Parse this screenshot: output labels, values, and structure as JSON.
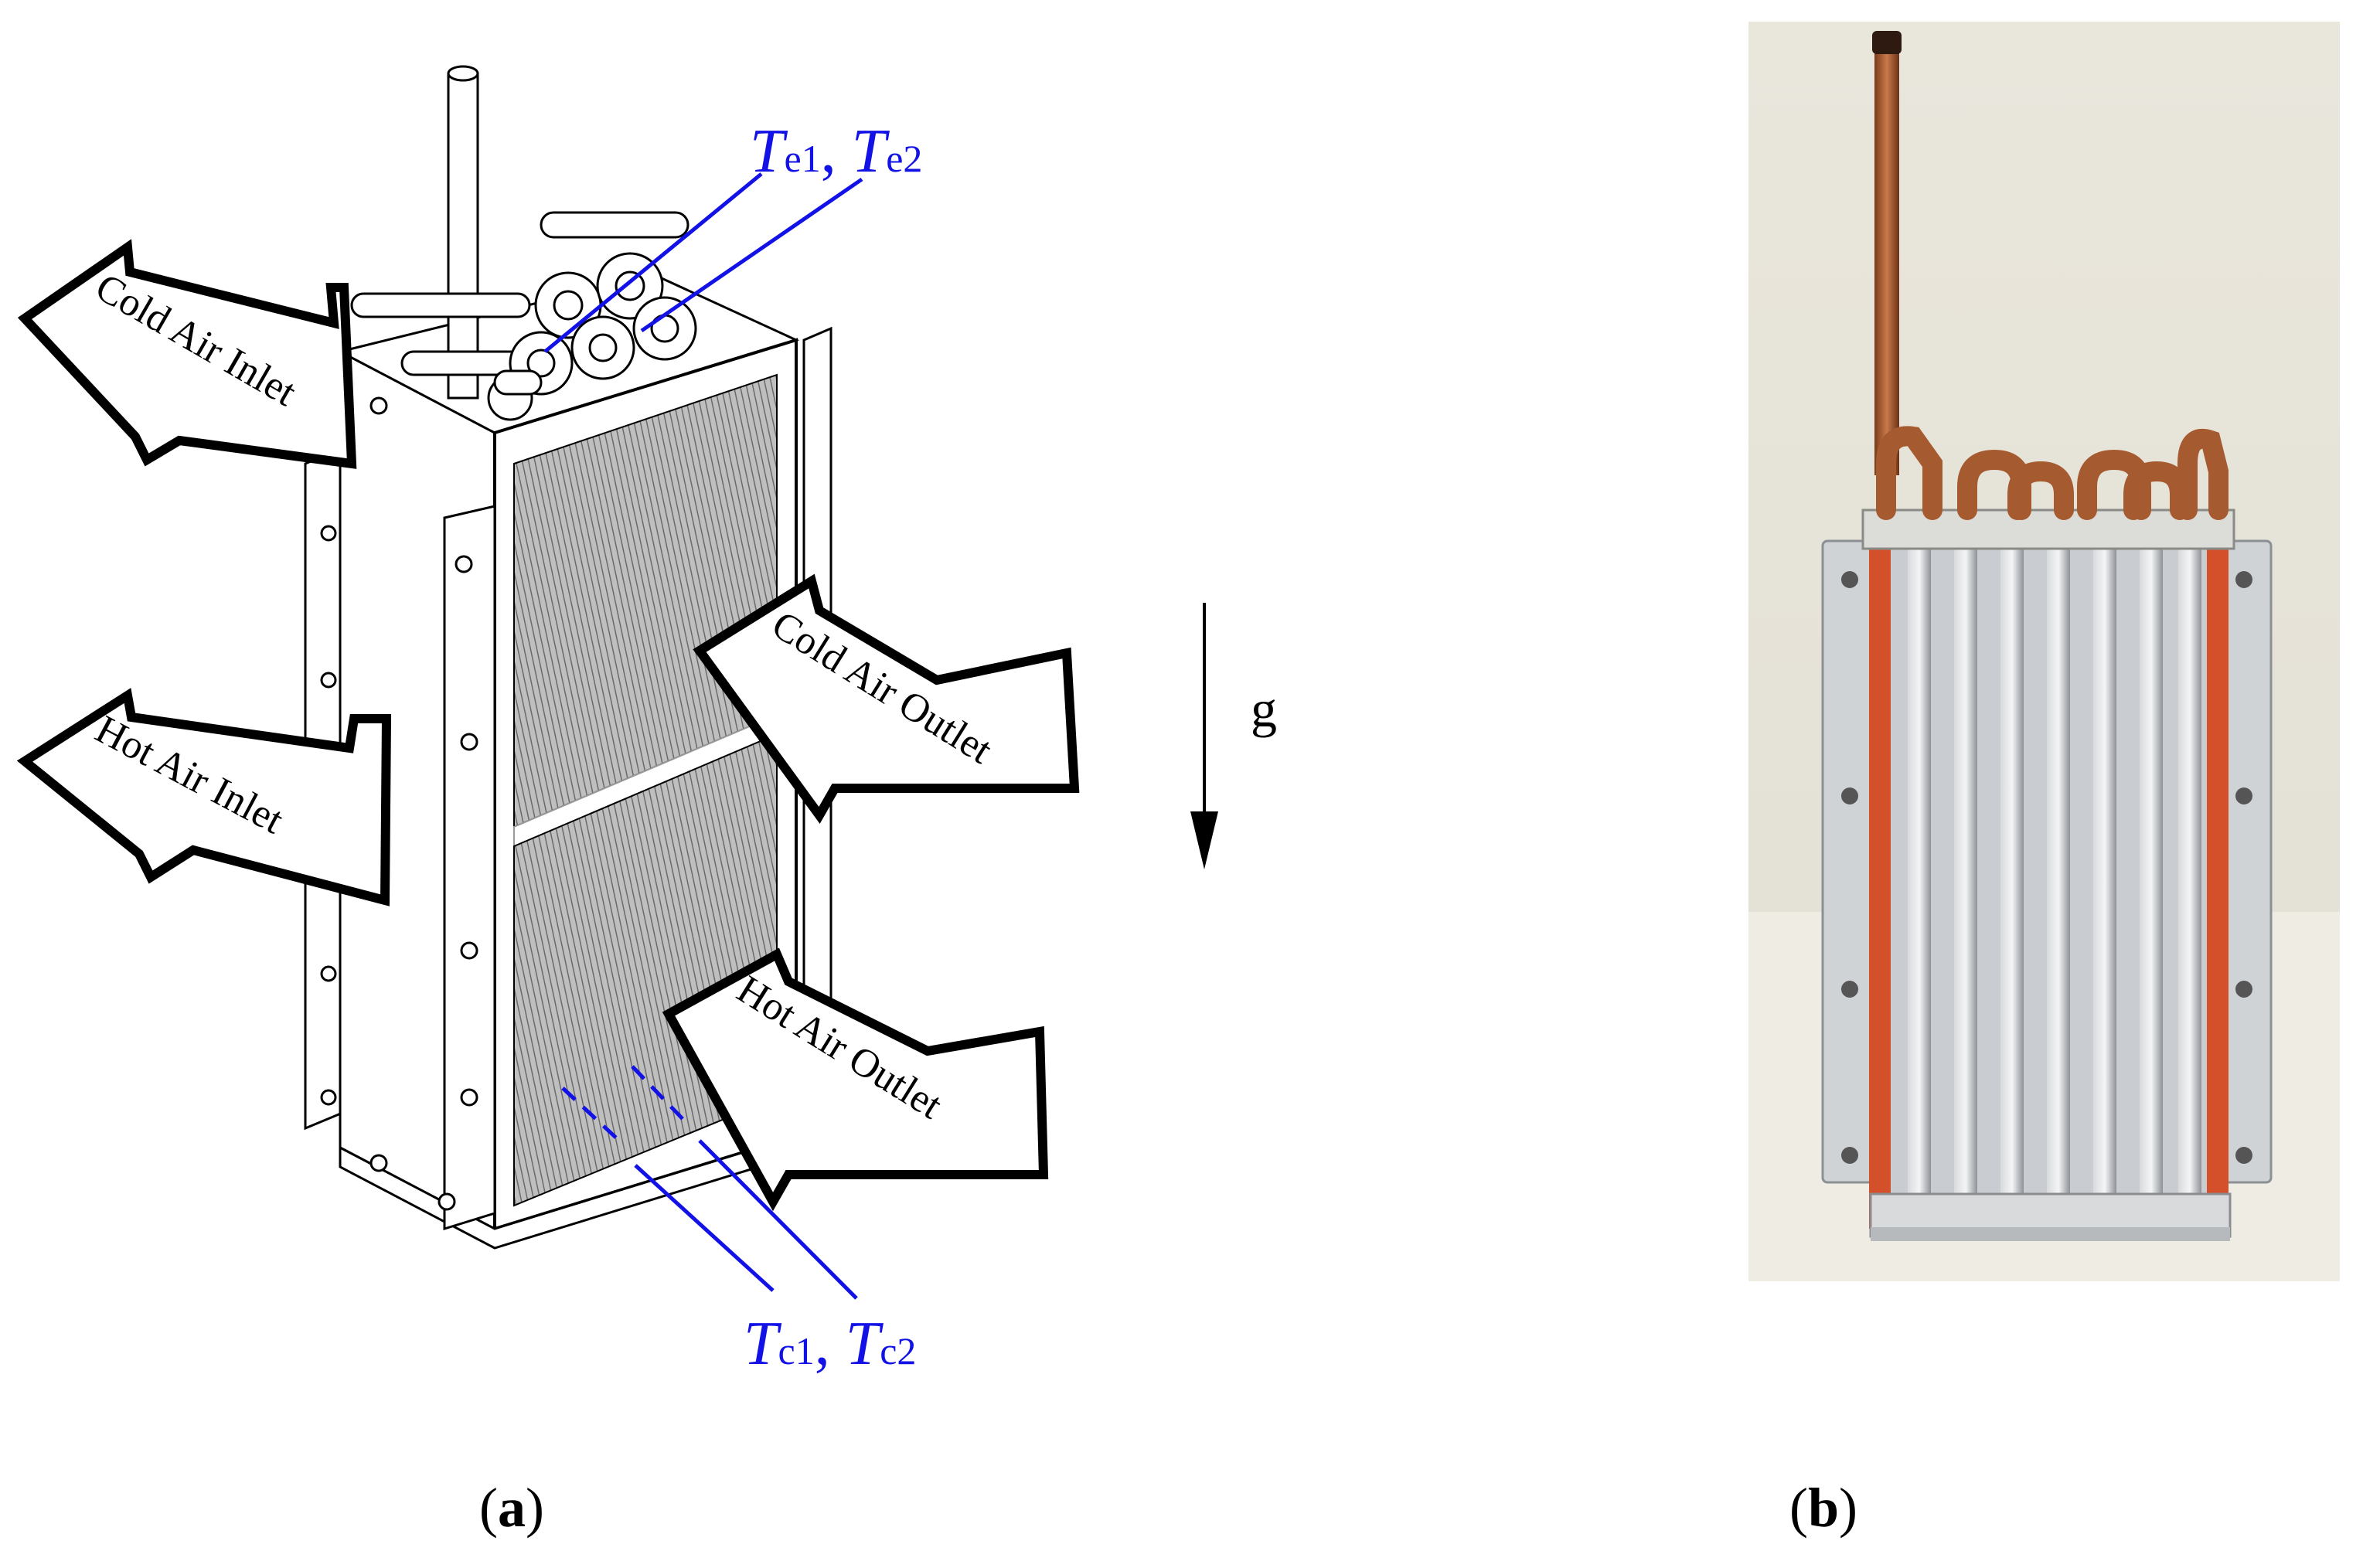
{
  "panel_a": {
    "arrows": {
      "cold_air_inlet": "Cold Air Inlet",
      "hot_air_inlet": "Hot Air Inlet",
      "cold_air_outlet": "Cold Air Outlet",
      "hot_air_outlet": "Hot Air Outlet"
    },
    "sensors": {
      "evaporator": {
        "t1_main": "T",
        "t1_sub": "e1",
        "sep": ", ",
        "t2_main": "T",
        "t2_sub": "e2"
      },
      "condenser": {
        "t1_main": "T",
        "t1_sub": "c1",
        "sep": ", ",
        "t2_main": "T",
        "t2_sub": "c2"
      }
    },
    "gravity_label": "g",
    "caption": {
      "open": "(",
      "letter": "a",
      "close": ")"
    }
  },
  "panel_b": {
    "caption": {
      "open": "(",
      "letter": "b",
      "close": ")"
    }
  },
  "colors": {
    "sensor_blue": "#1212e6",
    "copper": "#b8683a",
    "frame_orange": "#d4502a",
    "fin_silver": "#c9cdd2"
  }
}
